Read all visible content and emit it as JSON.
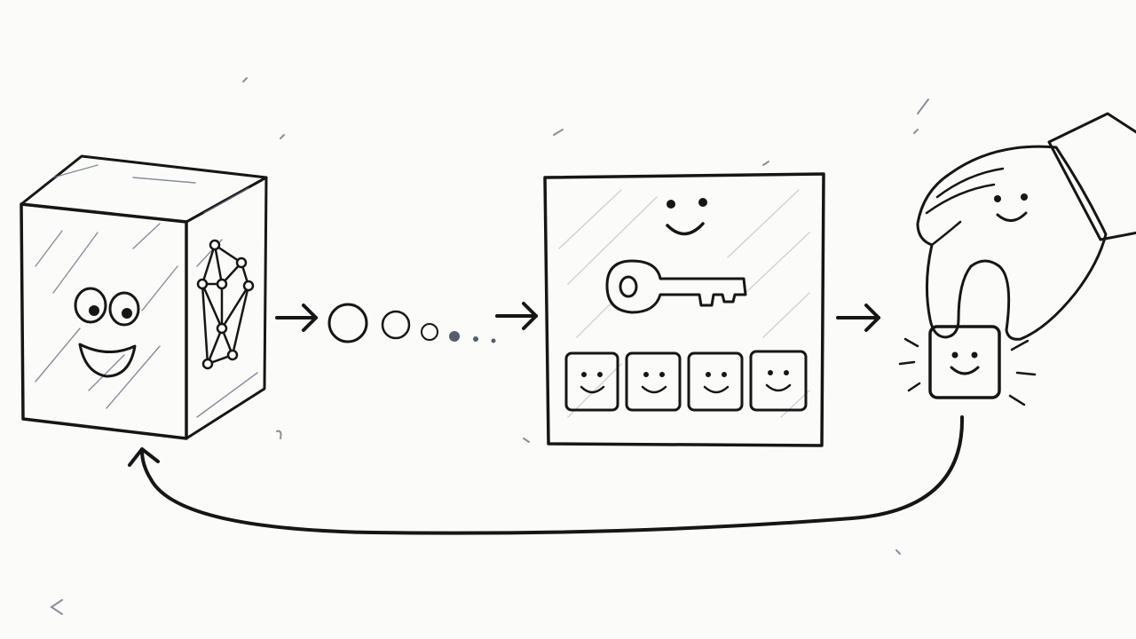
{
  "colors": {
    "background": "#fbfbfa",
    "ink": "#161616",
    "model_body": "#3e4655",
    "model_face": "#48505f",
    "token_dark": "#3b4150",
    "token_light": "#a9adb3",
    "vault_panel": "#ededed",
    "key": "#cf1f2e",
    "slot": "#a3a6ab",
    "sleeve": "#9a9ca2",
    "hand": "#ffffff",
    "picked_block": "#454b58"
  },
  "icons": [
    "smiling-cube-icon",
    "neural-network-icon",
    "arrow-right-icon",
    "token-dot-icon",
    "vault-panel-icon",
    "key-icon",
    "smiling-block-icon",
    "hand-icon",
    "feedback-loop-arrow-icon"
  ],
  "diagram": {
    "token_count": 6,
    "slot_count": 4,
    "flow": [
      "model",
      "tokens",
      "vault",
      "selection",
      "feedback"
    ]
  }
}
